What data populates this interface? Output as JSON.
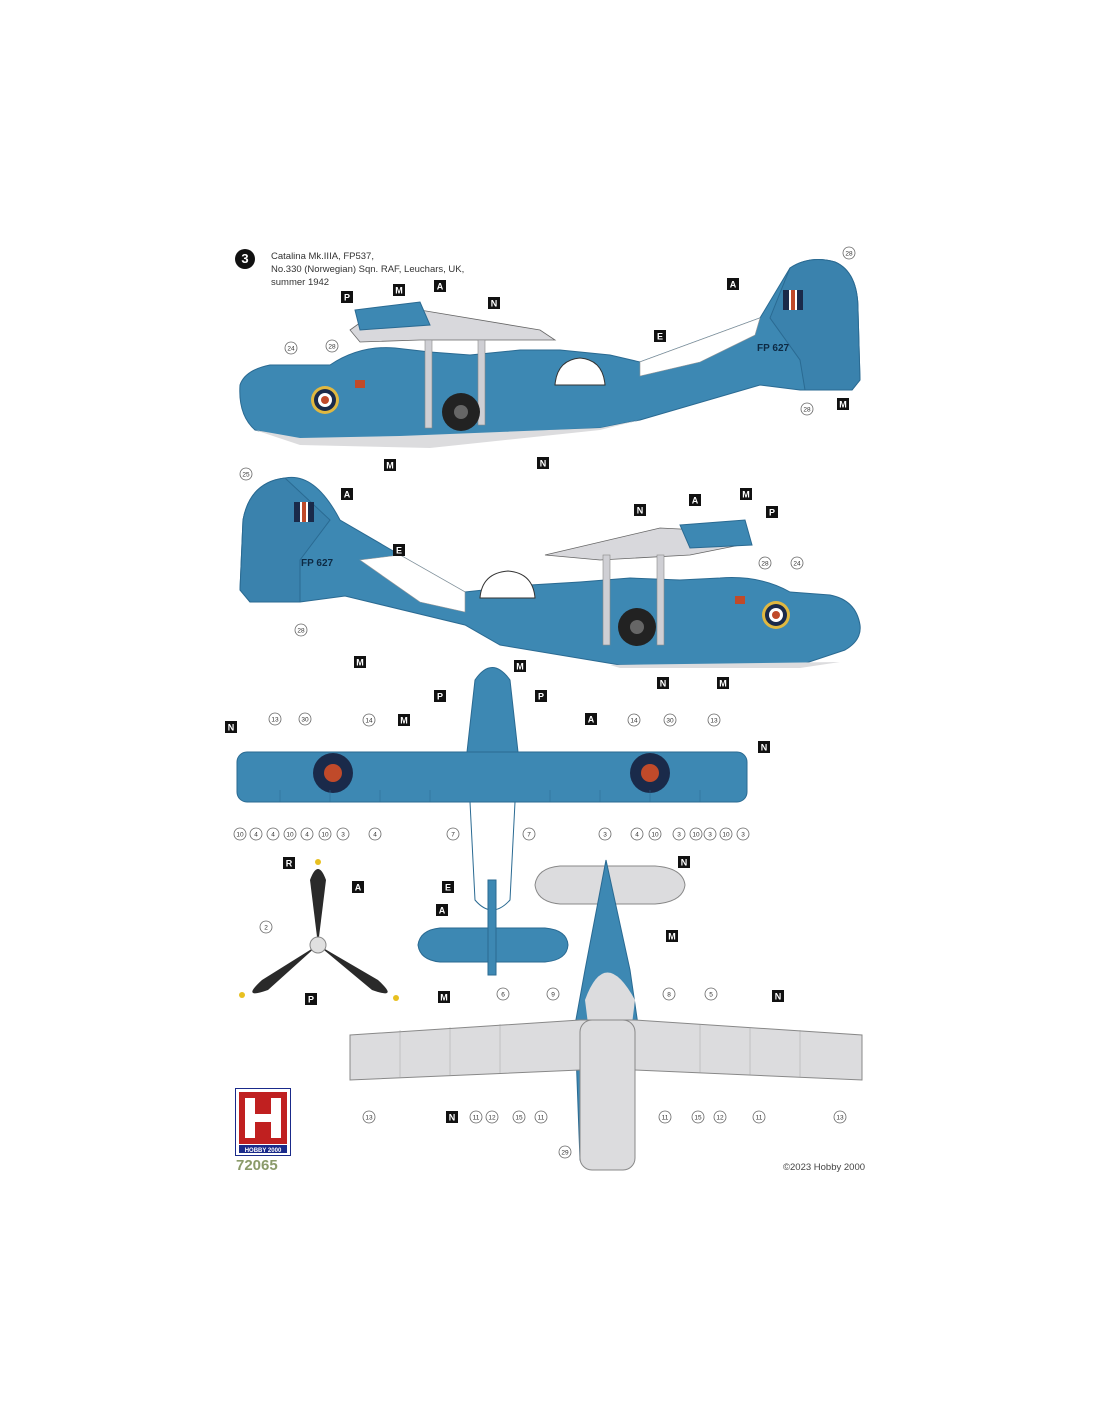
{
  "profile": {
    "number": "3",
    "caption_lines": [
      "Catalina Mk.IIIA, FP537,",
      "No.330 (Norwegian) Sqn. RAF, Leuchars, UK,",
      "summer 1942"
    ],
    "serial": "FP 627"
  },
  "colors": {
    "sea_blue": "#3d88b3",
    "panel_line": "#2a6a92",
    "underside": "#dcdcde",
    "roundel_blue": "#1a2a4a",
    "roundel_red": "#c04a2a",
    "roundel_yellow": "#e0b840",
    "prop_black": "#2a2a2a",
    "prop_tip": "#e8c020"
  },
  "paint_letters": [
    "A",
    "E",
    "M",
    "N",
    "P",
    "R"
  ],
  "decal_numbers": [
    "2",
    "3",
    "4",
    "5",
    "6",
    "7",
    "8",
    "9",
    "10",
    "11",
    "12",
    "13",
    "14",
    "15",
    "24",
    "25",
    "28",
    "29",
    "30"
  ],
  "footer": {
    "logo_text": "HOBBY 2000",
    "kit_number": "72065",
    "copyright": "©2023 Hobby 2000"
  }
}
